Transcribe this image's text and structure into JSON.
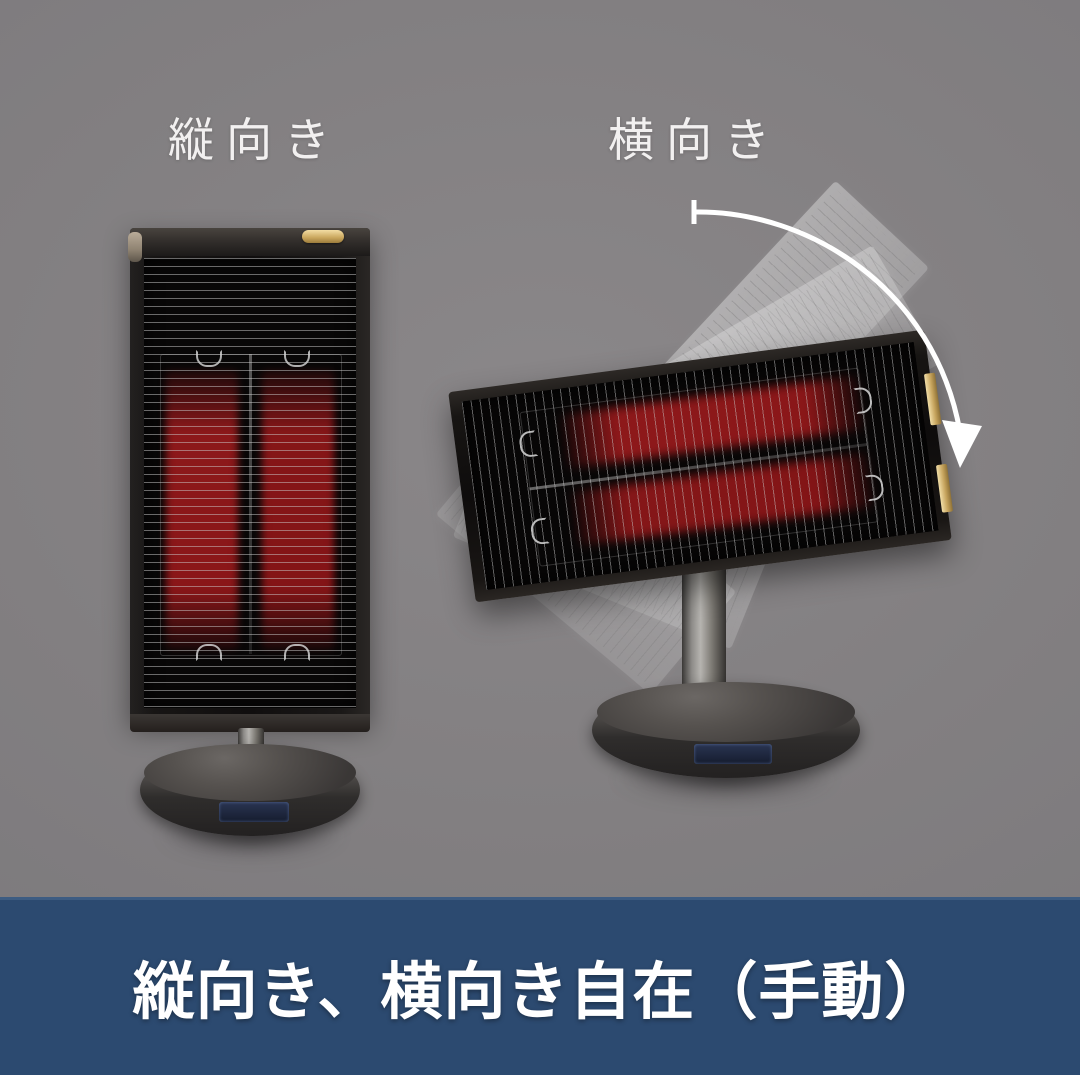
{
  "background": {
    "color": "#807e80"
  },
  "labels": {
    "vertical": "縦向き",
    "horizontal": "横向き"
  },
  "banner": {
    "text": "縦向き、横向き自在（手動）",
    "background_color": "#2c4a70",
    "text_color": "#ffffff"
  },
  "products": {
    "vertical_heater": {
      "name": "縦向き",
      "orientation": "vertical",
      "body_color": "#141211",
      "glow_color": "#981a1c",
      "accent_color": "#c9a65c",
      "base_color": "#3a3736",
      "display_color": "#2a3552",
      "heating_elements": 2
    },
    "horizontal_heater": {
      "name": "横向き",
      "orientation": "horizontal",
      "body_color": "#141211",
      "glow_color": "#9c1a1c",
      "accent_color": "#c6a45d",
      "base_color": "#3a3736",
      "display_color": "#2a3552",
      "heating_elements": 2,
      "tilt_degrees": -7.5
    }
  },
  "rotation_indicator": {
    "type": "curved-arrow",
    "color": "#ffffff",
    "direction": "clockwise",
    "ghost_count": 5,
    "ghost_angles": [
      -47,
      -30,
      -14,
      22,
      40
    ]
  }
}
